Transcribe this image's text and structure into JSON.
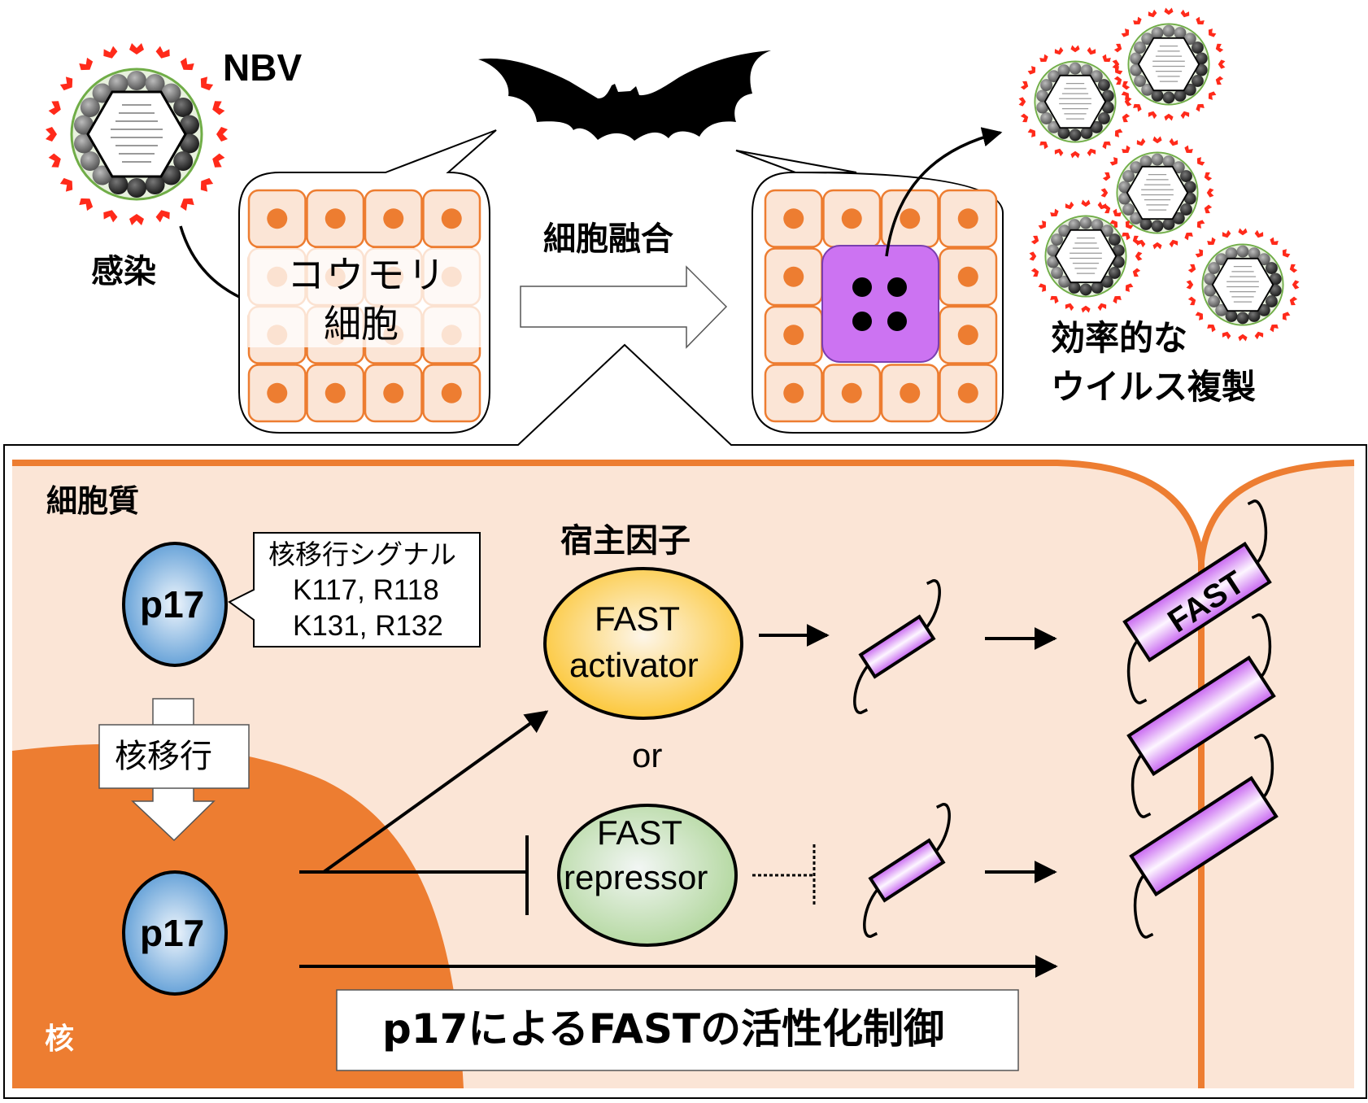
{
  "colors": {
    "cell_fill": "#fbe5d6",
    "cell_border": "#ed7d31",
    "nucleus": "#ed7d31",
    "fused_cell": "#cc73f2",
    "fused_border": "#7a3fb0",
    "cytoplasm": "#fbe5d6",
    "nucleus_region": "#ed7d31",
    "p17_blue": "#5b9bd5",
    "activator_yellow": "#ffc83d",
    "repressor_green": "#b9dca8",
    "protein_purple": "#cc73f2",
    "spike_red": "#ff2a1a",
    "envelope_green": "#70ad47"
  },
  "top": {
    "virus_label": "NBV",
    "infection_label": "感染",
    "bat_cell_label_line1": "コウモリ",
    "bat_cell_label_line2": "細胞",
    "fusion_label": "細胞融合",
    "replication_label_line1": "効率的な",
    "replication_label_line2": "ウイルス複製"
  },
  "bottom": {
    "cytoplasm_label": "細胞質",
    "nucleus_label": "核",
    "p17_top_label": "p17",
    "p17_bottom_label": "p17",
    "nls_callout": {
      "title": "核移行シグナル",
      "line1": "K117, R118",
      "line2": "K131, R132"
    },
    "translocation_label": "核移行",
    "host_factor_label": "宿主因子",
    "activator": {
      "line1": "FAST",
      "line2": "activator"
    },
    "or_label": "or",
    "repressor": {
      "line1": "FAST",
      "line2": "repressor"
    },
    "membrane_protein_label": "FAST",
    "caption": "p17によるFASTの活性化制御"
  }
}
